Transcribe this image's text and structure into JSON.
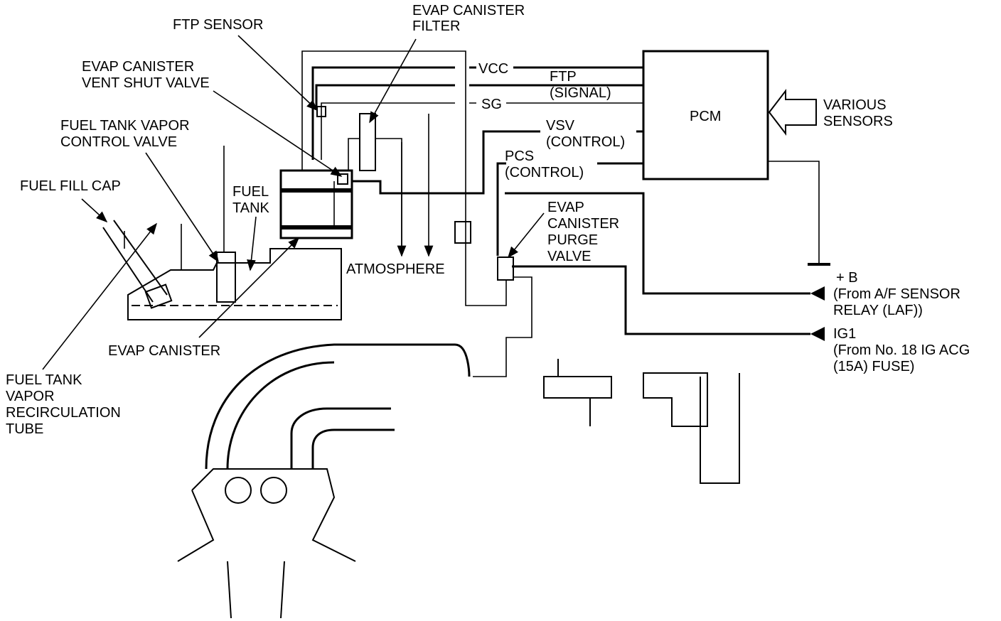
{
  "labels": {
    "ftp_sensor": "FTP SENSOR",
    "evap_canister_filter": [
      "EVAP CANISTER",
      "FILTER"
    ],
    "vent_shut_valve": [
      "EVAP CANISTER",
      "VENT SHUT VALVE"
    ],
    "vapor_control_valve": [
      "FUEL TANK VAPOR",
      "CONTROL VALVE"
    ],
    "fuel_fill_cap": "FUEL FILL CAP",
    "fuel_tank": [
      "FUEL",
      "TANK"
    ],
    "atmosphere": "ATMOSPHERE",
    "evap_canister": "EVAP CANISTER",
    "recirculation_tube": [
      "FUEL TANK",
      "VAPOR",
      "RECIRCULATION",
      "TUBE"
    ],
    "purge_valve": [
      "EVAP",
      "CANISTER",
      "PURGE",
      "VALVE"
    ],
    "pcm": "PCM",
    "various_sensors": [
      "VARIOUS",
      "SENSORS"
    ]
  },
  "signals": {
    "vcc": "VCC",
    "ftp": [
      "FTP",
      "(SIGNAL)"
    ],
    "sg": "SG",
    "vsv": [
      "VSV",
      "(CONTROL)"
    ],
    "pcs": [
      "PCS",
      "(CONTROL)"
    ]
  },
  "power": {
    "plus_b": [
      "+ B",
      "(From A/F SENSOR",
      "RELAY (LAF))"
    ],
    "ig1": [
      "IG1",
      "(From No. 18 IG ACG",
      "(15A) FUSE)"
    ]
  }
}
